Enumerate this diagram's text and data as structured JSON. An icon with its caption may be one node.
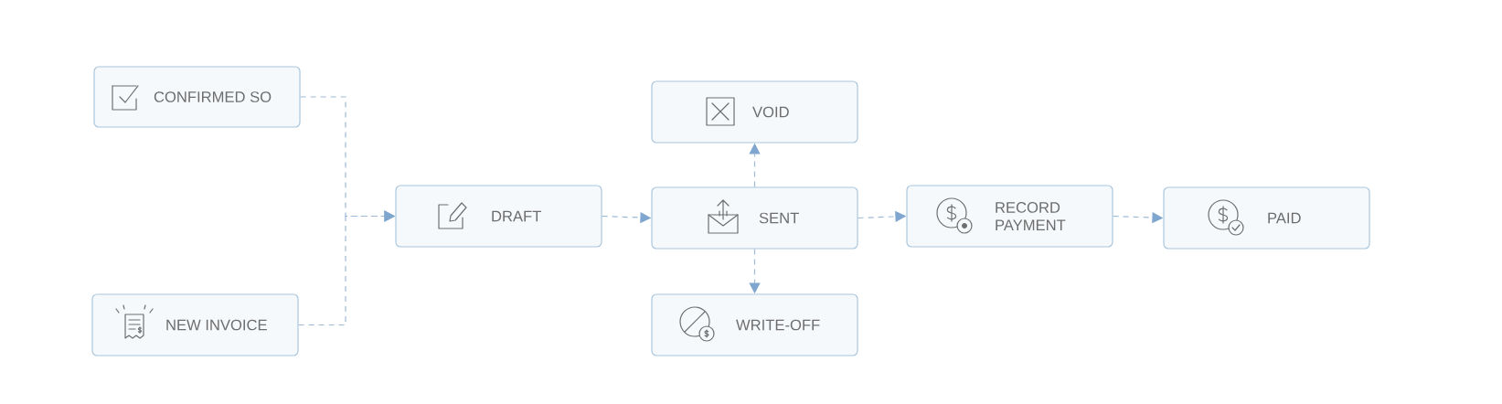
{
  "diagram": {
    "nodes": [
      {
        "text": [
          "CONFIRMED SO"
        ]
      },
      {
        "text": [
          "NEW INVOICE"
        ]
      },
      {
        "text": [
          "DRAFT"
        ]
      },
      {
        "text": [
          "SENT"
        ]
      },
      {
        "text": [
          "VOID"
        ]
      },
      {
        "text": [
          "WRITE-OFF"
        ]
      },
      {
        "text": [
          "RECORD PAYMENT"
        ]
      },
      {
        "text": [
          "PAID"
        ]
      }
    ],
    "edges": [
      {
        "from": 0,
        "to": 2,
        "arrow": "to",
        "style": "dashed"
      },
      {
        "from": 1,
        "to": 2,
        "arrow": "to",
        "style": "dashed"
      },
      {
        "from": 2,
        "to": 3,
        "arrow": "to",
        "style": "dashed"
      },
      {
        "from": 3,
        "to": 4,
        "arrow": "to",
        "style": "dashed"
      },
      {
        "from": 3,
        "to": 5,
        "arrow": "to",
        "style": "dashed"
      },
      {
        "from": 3,
        "to": 6,
        "arrow": "to",
        "style": "dashed"
      },
      {
        "from": 6,
        "to": 7,
        "arrow": "to",
        "style": "dashed"
      }
    ]
  }
}
